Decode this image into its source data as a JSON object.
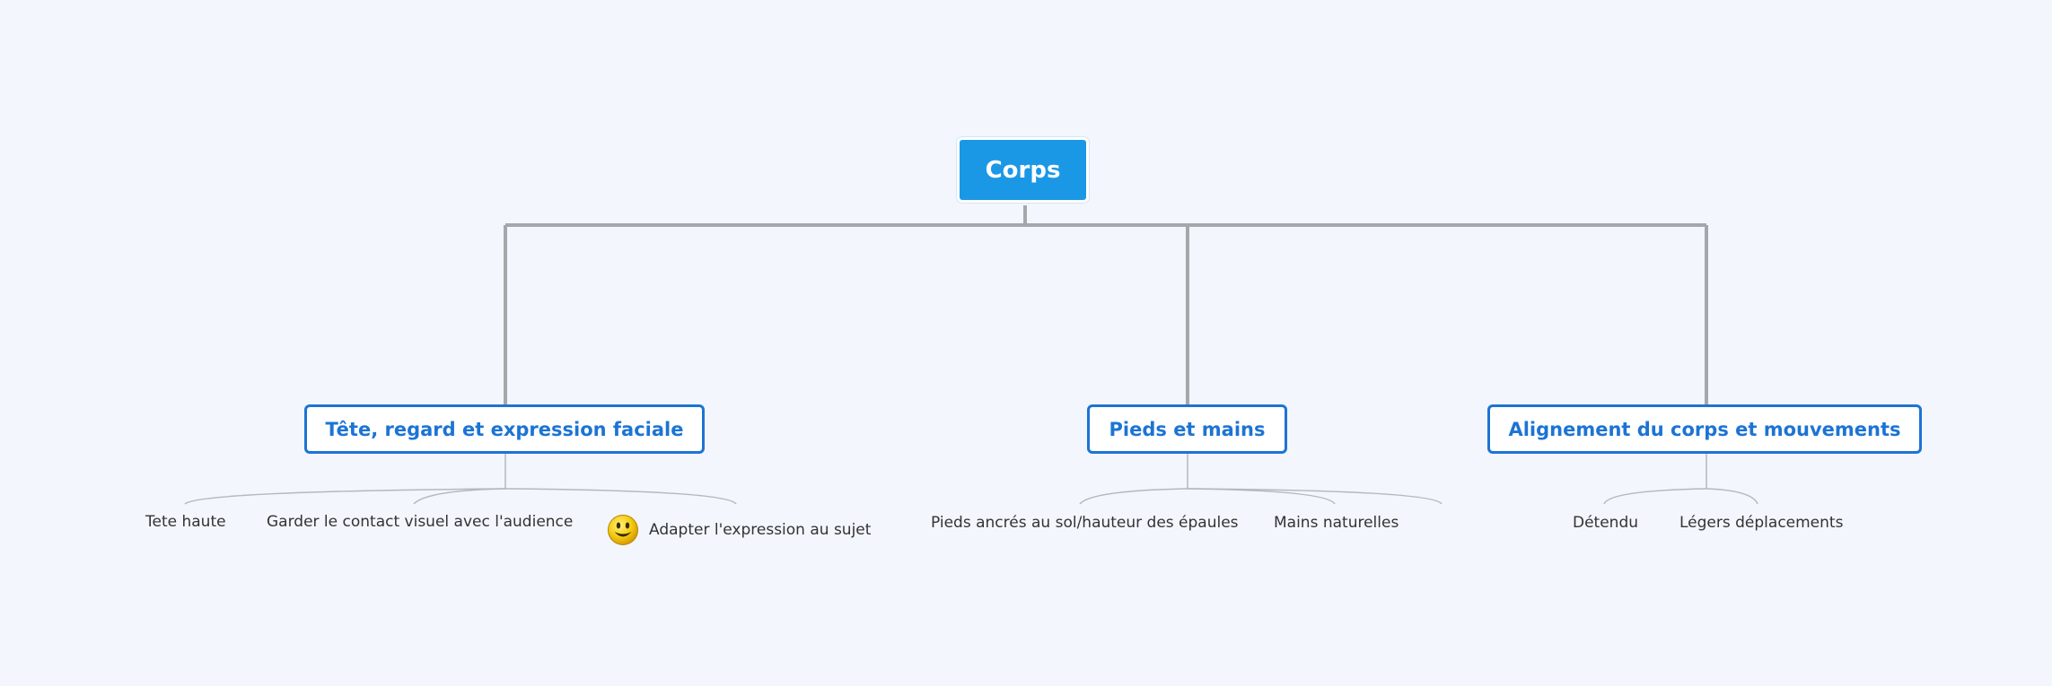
{
  "colors": {
    "background": "#f3f6fd",
    "root_fill": "#1a98e6",
    "branch_border": "#1c74d4",
    "connector": "#a5a8ab",
    "leaf_connector": "#b5b8bc"
  },
  "root": {
    "label": "Corps"
  },
  "branches": [
    {
      "label": "Tête, regard et expression faciale",
      "leaves": [
        {
          "label": "Tete haute"
        },
        {
          "label": "Garder le contact visuel avec l'audience"
        },
        {
          "label": "Adapter l'expression au sujet",
          "icon": "smiley-icon"
        }
      ]
    },
    {
      "label": "Pieds et mains",
      "leaves": [
        {
          "label": "Pieds ancrés au sol/hauteur des épaules"
        },
        {
          "label": "Mains naturelles"
        }
      ]
    },
    {
      "label": "Alignement du corps et mouvements",
      "leaves": [
        {
          "label": "Détendu"
        },
        {
          "label": "Légers déplacements"
        }
      ]
    }
  ]
}
